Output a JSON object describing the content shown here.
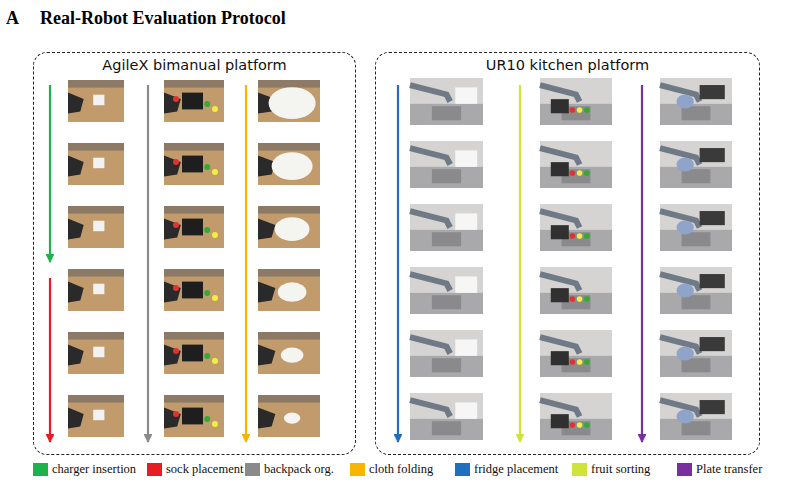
{
  "diagram": {
    "title": "Real-Robot Evaluation Protocol",
    "nodes": [
      {
        "text": [
          "AgileX bimanual platform"
        ]
      },
      {
        "text": [
          "UR10 kitchen platform"
        ]
      }
    ],
    "labels": [
      "A"
    ],
    "legend": [
      {
        "text": "charger insertion",
        "color": "#1db24b"
      },
      {
        "text": "sock placement",
        "color": "#e81c24"
      },
      {
        "text": "backpack org.",
        "color": "#8a8a8a"
      },
      {
        "text": "cloth folding",
        "color": "#f7b500"
      },
      {
        "text": "fridge placement",
        "color": "#1f6fbf"
      },
      {
        "text": "fruit sorting",
        "color": "#cfe33b"
      },
      {
        "text": "Plate transfer",
        "color": "#7a2fa0"
      }
    ]
  }
}
